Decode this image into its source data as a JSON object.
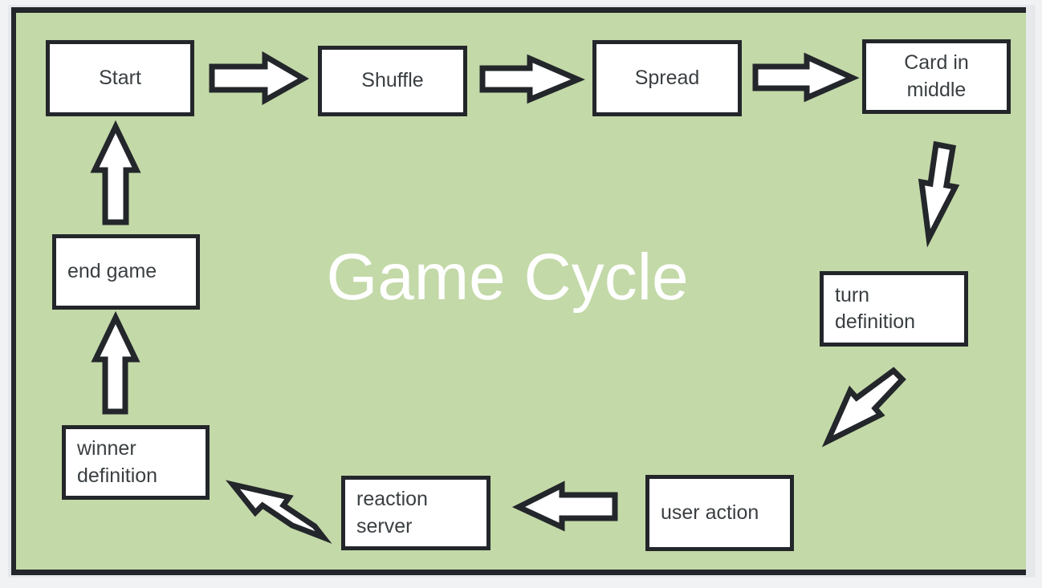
{
  "diagram": {
    "title": "Game Cycle",
    "background_color": "#c3d9a8",
    "node_fill": "#ffffff",
    "stroke_color": "#23262a",
    "title_color": "#ffffff",
    "nodes": [
      {
        "id": "start",
        "label": "Start",
        "align": "center"
      },
      {
        "id": "shuffle",
        "label": "Shuffle",
        "align": "center"
      },
      {
        "id": "spread",
        "label": "Spread",
        "align": "center"
      },
      {
        "id": "card-in-middle",
        "label": "Card in middle",
        "align": "center"
      },
      {
        "id": "turn-definition",
        "label": "turn definition",
        "align": "left"
      },
      {
        "id": "user-action",
        "label": "user action",
        "align": "left"
      },
      {
        "id": "reaction-server",
        "label": "reaction server",
        "align": "left"
      },
      {
        "id": "winner-definition",
        "label": "winner definition",
        "align": "left"
      },
      {
        "id": "end-game",
        "label": "end game",
        "align": "left"
      }
    ],
    "edges": [
      {
        "from": "start",
        "to": "shuffle",
        "direction": "right"
      },
      {
        "from": "shuffle",
        "to": "spread",
        "direction": "right"
      },
      {
        "from": "spread",
        "to": "card-in-middle",
        "direction": "right"
      },
      {
        "from": "card-in-middle",
        "to": "turn-definition",
        "direction": "down"
      },
      {
        "from": "turn-definition",
        "to": "user-action",
        "direction": "down-left"
      },
      {
        "from": "user-action",
        "to": "reaction-server",
        "direction": "left"
      },
      {
        "from": "reaction-server",
        "to": "winner-definition",
        "direction": "up-left"
      },
      {
        "from": "winner-definition",
        "to": "end-game",
        "direction": "up"
      },
      {
        "from": "end-game",
        "to": "start",
        "direction": "up"
      }
    ]
  }
}
